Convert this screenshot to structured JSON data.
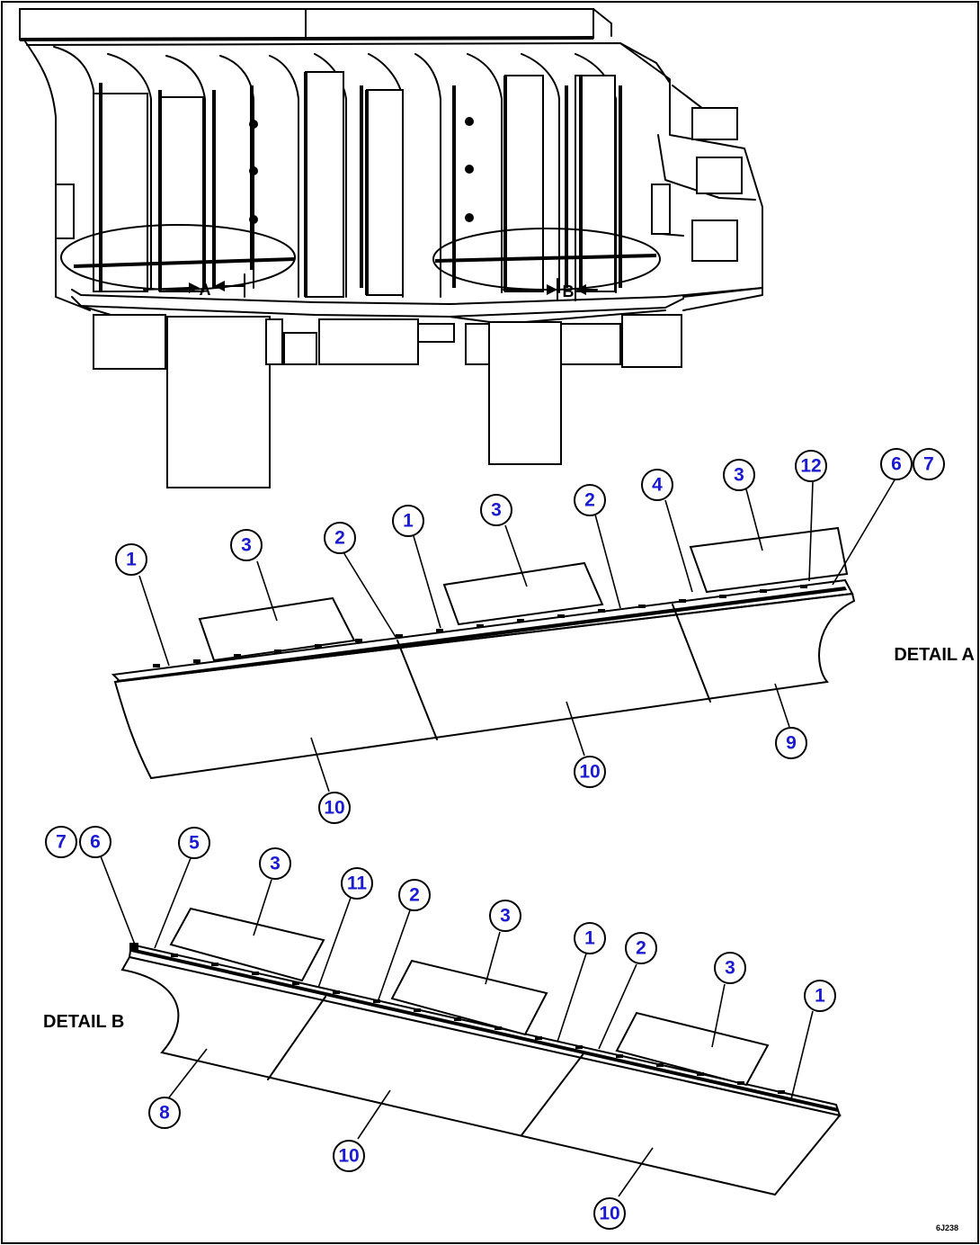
{
  "labels": {
    "arrow_a": "A",
    "arrow_b": "B",
    "detail_a": "DETAIL A",
    "detail_b": "DETAIL B",
    "figure_code": "6J238"
  },
  "callouts": {
    "a_1_left": "1",
    "a_3_left": "3",
    "a_2_left": "2",
    "a_1_mid": "1",
    "a_3_mid": "3",
    "a_2_right": "2",
    "a_4": "4",
    "a_3_right": "3",
    "a_12": "12",
    "a_6": "6",
    "a_7": "7",
    "a_9": "9",
    "a_10_right": "10",
    "a_10_left": "10",
    "b_7": "7",
    "b_6": "6",
    "b_5": "5",
    "b_3_left": "3",
    "b_11": "11",
    "b_2_left": "2",
    "b_3_mid": "3",
    "b_1_mid": "1",
    "b_2_right": "2",
    "b_3_right": "3",
    "b_1_right": "1",
    "b_8": "8",
    "b_10_left": "10",
    "b_10_right": "10"
  }
}
